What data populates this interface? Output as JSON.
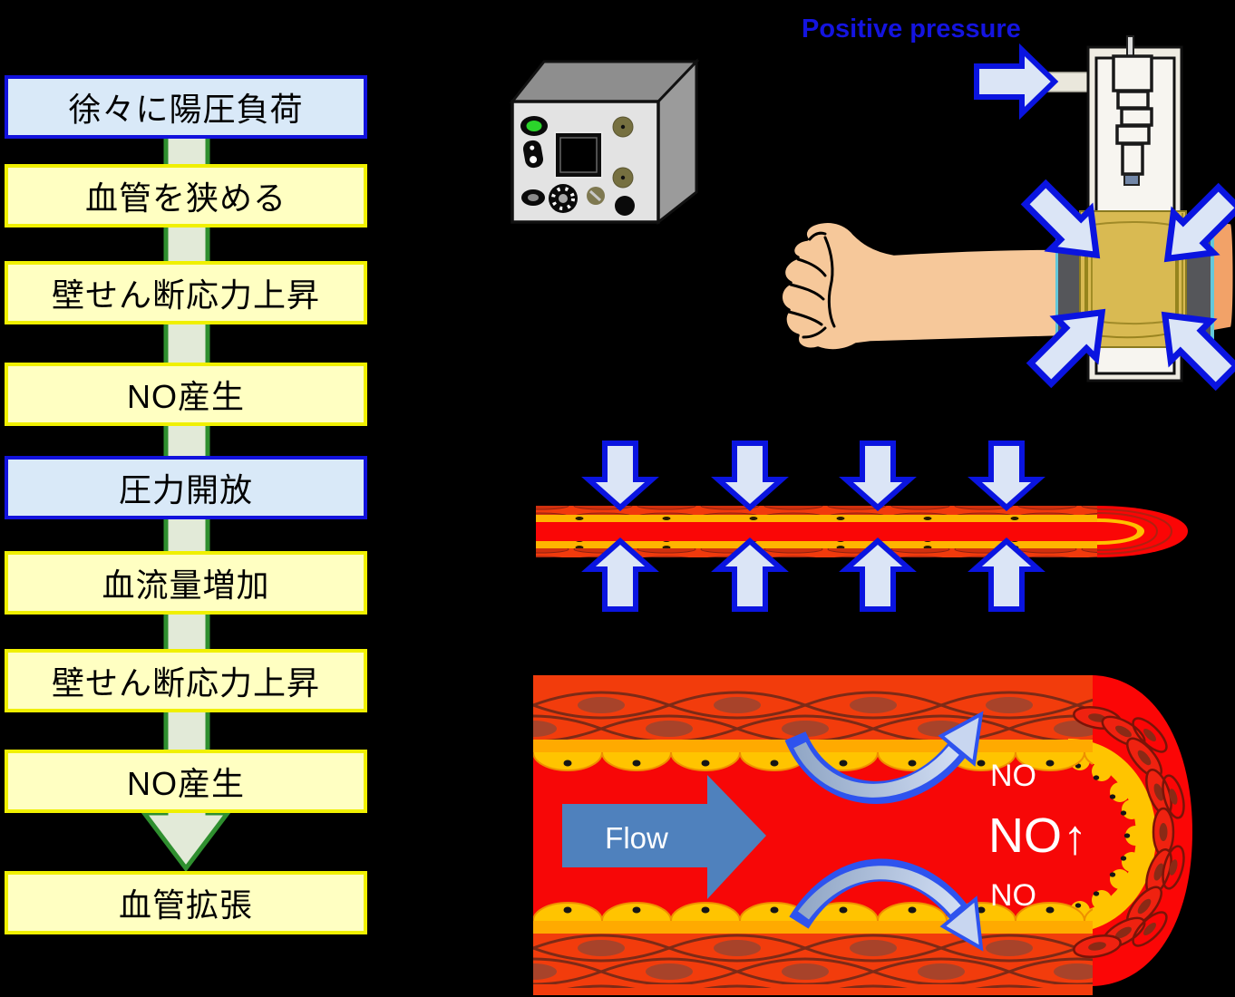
{
  "flowchart": {
    "steps": [
      {
        "label": "徐々に陽圧負荷",
        "type": "highlight"
      },
      {
        "label": "血管を狭める",
        "type": "normal"
      },
      {
        "label": "壁せん断応力上昇",
        "type": "normal"
      },
      {
        "label": "NO産生",
        "type": "normal"
      },
      {
        "label": "圧力開放",
        "type": "highlight"
      },
      {
        "label": "血流量増加",
        "type": "normal"
      },
      {
        "label": "壁せん断応力上昇",
        "type": "normal"
      },
      {
        "label": "NO産生",
        "type": "normal"
      },
      {
        "label": "血管拡張",
        "type": "normal"
      }
    ]
  },
  "apparatus": {
    "positive_pressure_label": "Positive pressure"
  },
  "dilated_vessel": {
    "flow_label": "Flow",
    "no_top": "NO",
    "no_increase_label": "NO",
    "no_increase_arrow": "↑",
    "no_bottom": "NO"
  },
  "colors": {
    "background": "#000000",
    "box_yellow_fill": "#ffffc2",
    "box_yellow_border": "#f0f000",
    "box_blue_fill": "#d9e9f8",
    "box_blue_border": "#1212dd",
    "green_arrow_fill": "#e2ead8",
    "green_arrow_border": "#2f8f2f",
    "pressure_arrow_fill": "#dbe5f6",
    "pressure_arrow_border": "#0a14e0",
    "positive_pressure_text": "#1414e0",
    "vessel_wall": "#f13a0c",
    "vessel_cap": "#fb0606",
    "vessel_lumen": "#fa0606",
    "endothelium_yellow": "#ffc400",
    "muscle_cell_outline": "#7d2a16",
    "flow_arrow_blue": "#4f81bd",
    "no_text": "#ffffff",
    "cuff_yellow": "#d9ba52",
    "cuff_band_gray": "#55565a",
    "skin": "#f6c89a",
    "device_front_gray": "#e3e3e3"
  }
}
